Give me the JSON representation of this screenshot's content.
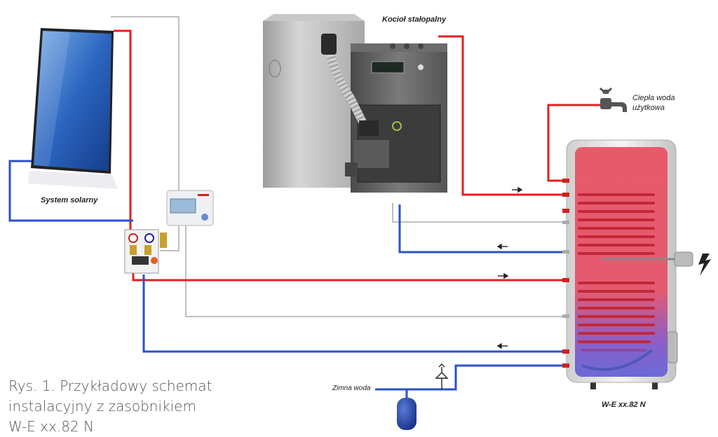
{
  "labels": {
    "solar": "System solarny",
    "boiler": "Kocioł stałopalny",
    "hot_water_line1": "Ciepła woda",
    "hot_water_line2": "użytkowa",
    "cold_water": "Zimna woda",
    "tank": "W-E xx.82 N"
  },
  "caption": "Rys. 1. Przykładowy schemat\ninstalacyjny z zasobnikiem\nW-E xx.82 N",
  "colors": {
    "hot_pipe": "#e02020",
    "cold_pipe": "#2a52c8",
    "signal_wire": "#9a9a9a",
    "tank_hot": "#e85a6a",
    "tank_cold": "#6a6ad8"
  },
  "icons": [
    "tap-icon",
    "lightning-icon",
    "safety-valve-icon",
    "flow-arrow-icon"
  ]
}
